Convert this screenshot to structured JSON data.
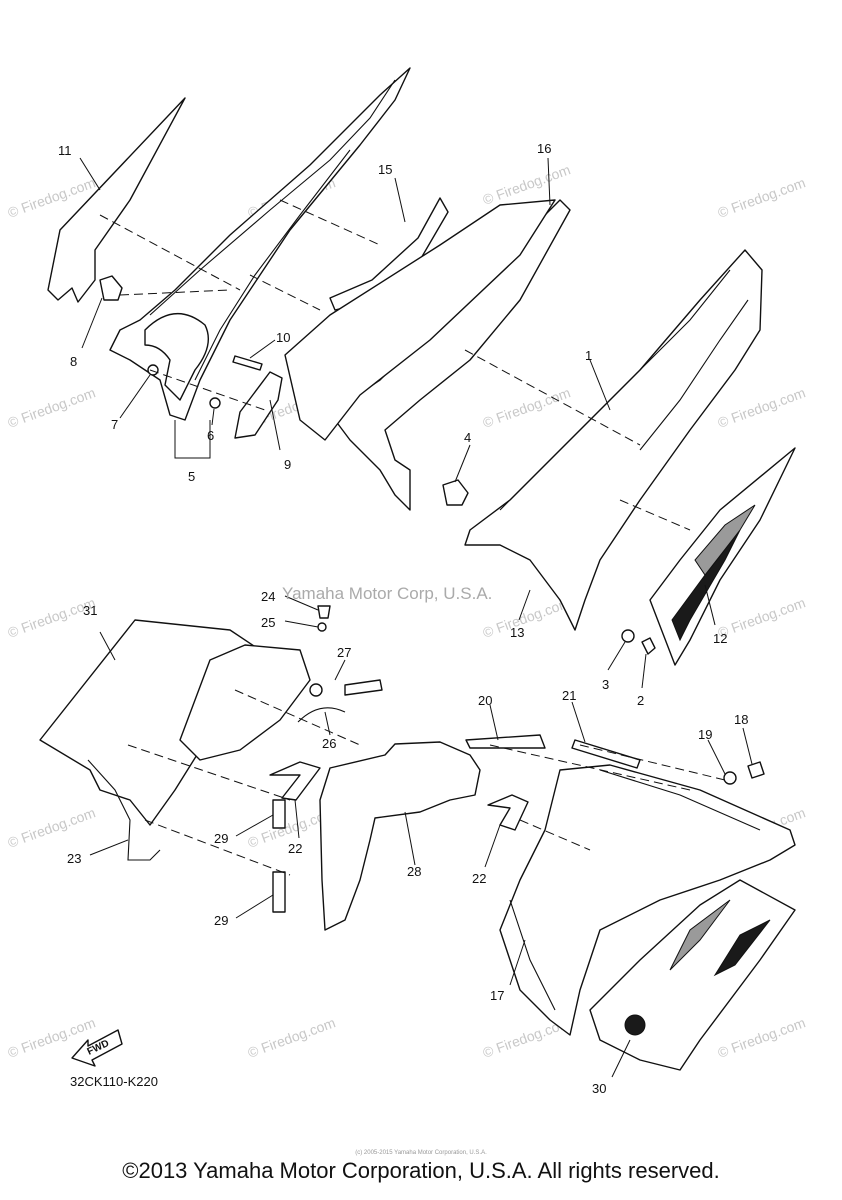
{
  "callouts": [
    "1",
    "2",
    "3",
    "4",
    "5",
    "6",
    "7",
    "8",
    "9",
    "10",
    "11",
    "12",
    "13",
    "15",
    "16",
    "17",
    "18",
    "19",
    "20",
    "21",
    "22",
    "22",
    "23",
    "24",
    "25",
    "26",
    "27",
    "28",
    "29",
    "29",
    "30",
    "31"
  ],
  "watermark_text": "© Firedog.com",
  "corp_watermark": "Yamaha Motor Corp, U.S.A.",
  "fwd_label": "FWD",
  "ref_code": "32CK110-K220",
  "copyright": "©2013 Yamaha Motor Corporation, U.S.A. All rights reserved.",
  "fine_print": "(c) 2005-2015 Yamaha Motor Corporation, U.S.A."
}
